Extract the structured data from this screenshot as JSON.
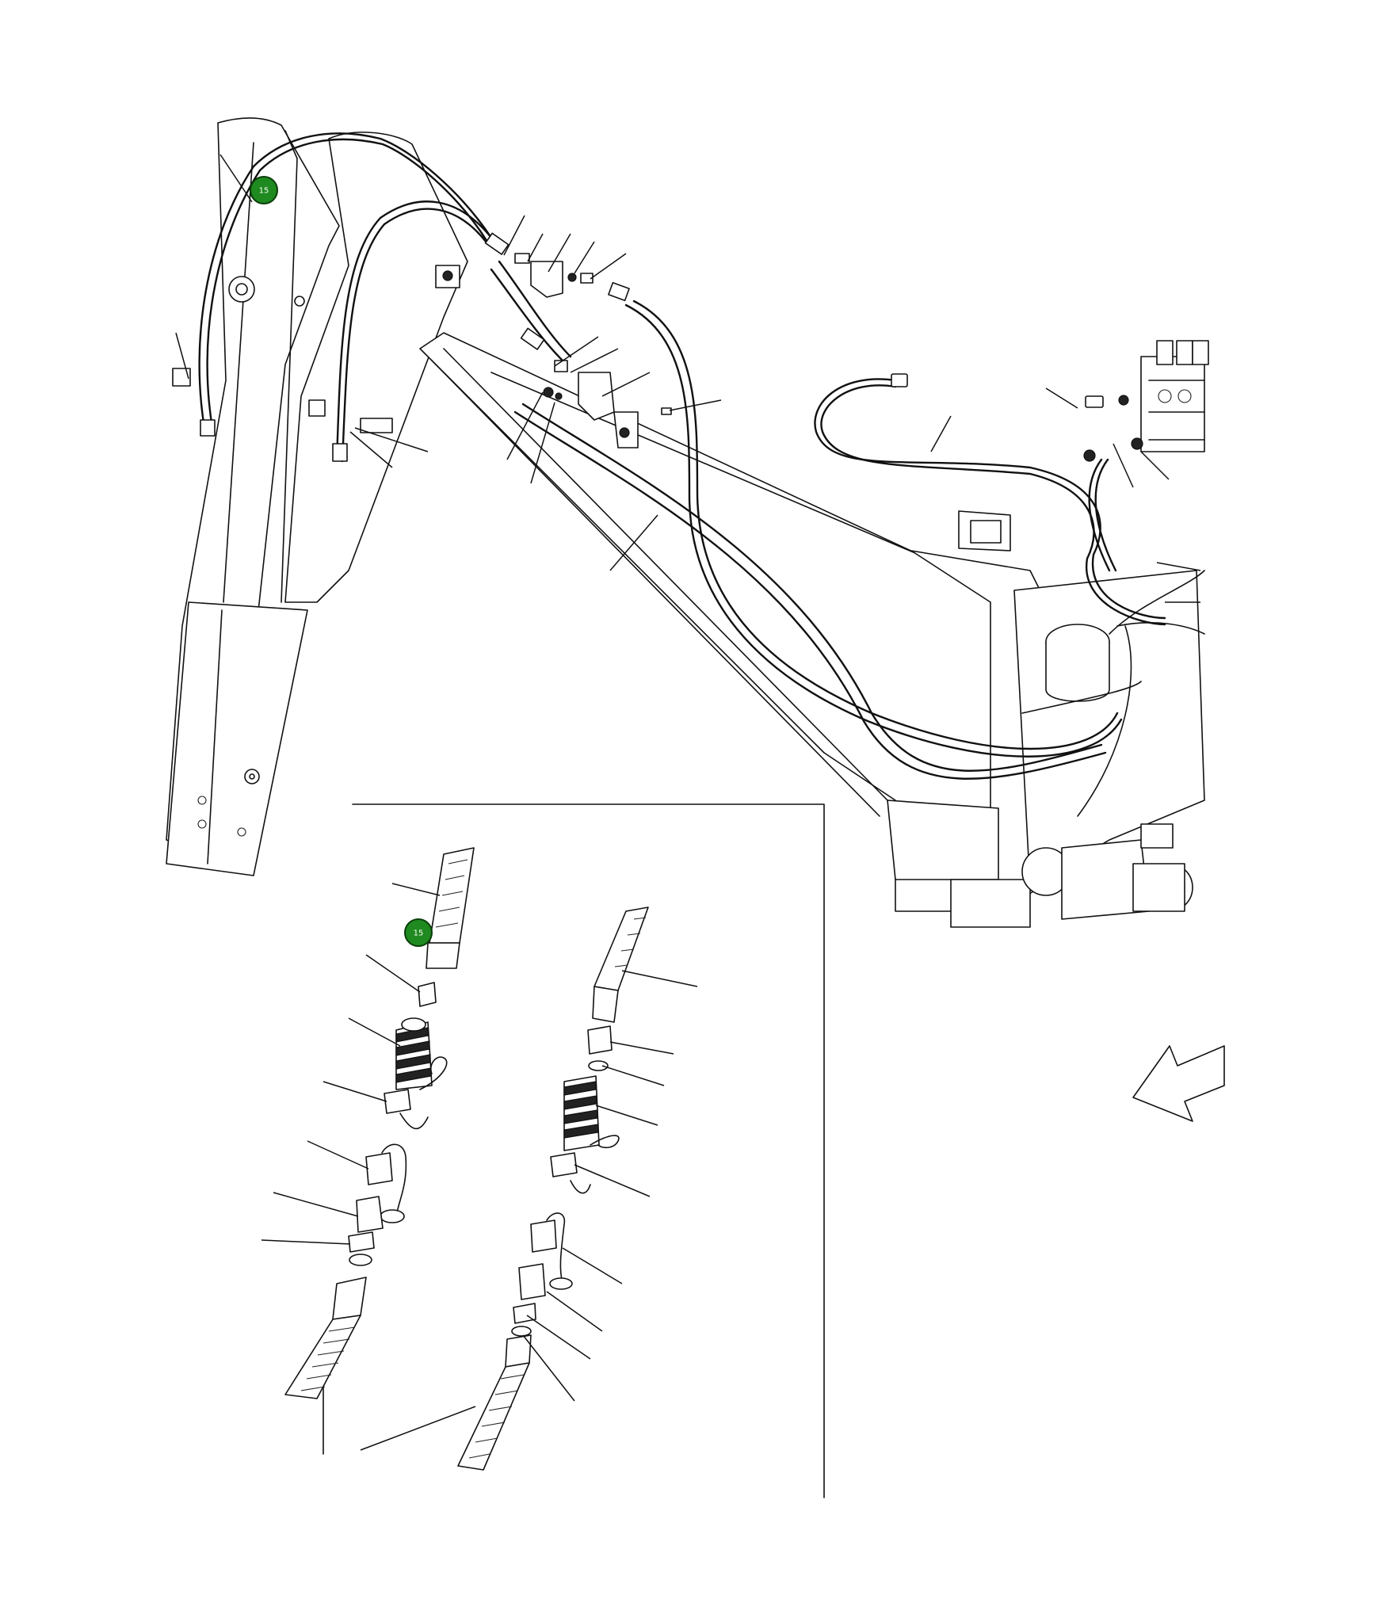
{
  "colors": {
    "line": "#111111",
    "background": "#ffffff",
    "callout_fill": "#1f8a1f",
    "callout_text": "#ffffff"
  },
  "callouts": [
    {
      "id": "callout-main",
      "label": "15"
    },
    {
      "id": "callout-detail",
      "label": "15"
    }
  ],
  "icons": {
    "view_direction": "view-direction-arrow-icon"
  }
}
